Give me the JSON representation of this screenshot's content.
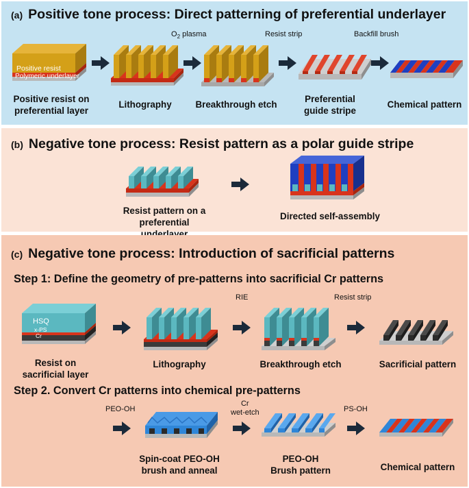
{
  "panel_a": {
    "tag": "(a)",
    "title": "Positive tone process: Direct patterning of preferential underlayer",
    "process_labels": {
      "o2_prefix": "O",
      "o2_sub": "2",
      "o2_suffix": " plasma",
      "resist_strip": "Resist strip",
      "backfill_brush": "Backfill brush"
    },
    "layer_labels": {
      "resist": "Positive resist",
      "underlayer": "Polymeric underlayer"
    },
    "captions": [
      "Positive resist on\npreferential layer",
      "Lithography",
      "Breakthrough etch",
      "Preferential\nguide stripe",
      "Chemical pattern"
    ]
  },
  "panel_b": {
    "tag": "(b)",
    "title": "Negative tone process: Resist pattern as a polar guide stripe",
    "captions": [
      "Resist pattern on a\npreferential underlayer",
      "Directed self-assembly"
    ]
  },
  "panel_c": {
    "tag": "(c)",
    "title": "Negative tone process: Introduction of sacrificial patterns",
    "step1": {
      "title": "Step 1: Define the geometry of pre-patterns into sacrificial Cr patterns",
      "process_labels": {
        "rie": "RIE",
        "resist_strip": "Resist strip"
      },
      "layer_labels": {
        "hsq": "HSQ",
        "xps": "x-PS",
        "cr": "Cr"
      },
      "captions": [
        "Resist on\nsacrificial layer",
        "Lithography",
        "Breakthrough etch",
        "Sacrificial pattern"
      ]
    },
    "step2": {
      "title": "Step 2. Convert Cr patterns into chemical pre-patterns",
      "process_labels": {
        "peo_oh": "PEO-OH",
        "cr_wet_etch": "Cr\nwet-etch",
        "ps_oh": "PS-OH"
      },
      "captions": [
        "Spin-coat PEO-OH\nbrush and anneal",
        "PEO-OH\nBrush pattern",
        "Chemical pattern"
      ]
    }
  },
  "colors": {
    "panel_a_bg": "#c5e3f2",
    "panel_b_bg": "#fbe3d6",
    "panel_c_bg": "#f6c9b3",
    "resist_gold": "#d4a018",
    "underlayer_red": "#d8341c",
    "substrate_gray": "#b8b8b8",
    "block_blue": "#1f3fc0",
    "hsq_teal": "#5bb8c0",
    "chrome_dark": "#3a3a3a",
    "peo_blue": "#2f86d8",
    "arrow_navy": "#1b2a3a"
  }
}
